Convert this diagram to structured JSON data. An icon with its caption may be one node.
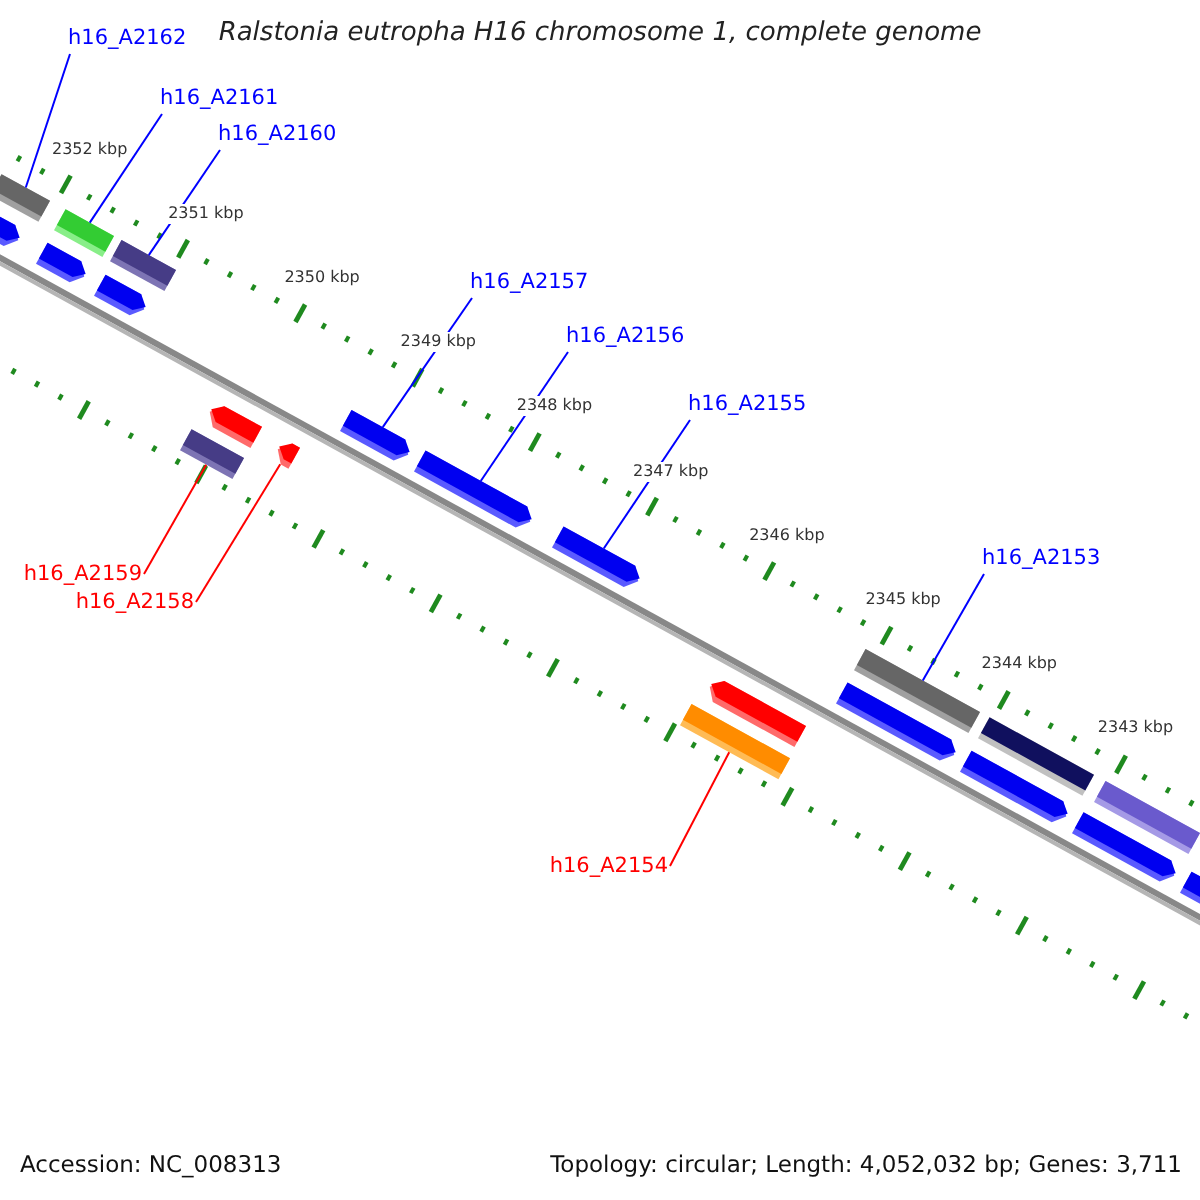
{
  "diagram": {
    "title": "Ralstonia eutropha H16 chromosome 1, complete genome",
    "nodes": [
      {
        "text": [
          "h16_A2162"
        ]
      },
      {
        "text": [
          "h16_A2161"
        ]
      },
      {
        "text": [
          "h16_A2160"
        ]
      },
      {
        "text": [
          "h16_A2157"
        ]
      },
      {
        "text": [
          "h16_A2156"
        ]
      },
      {
        "text": [
          "h16_A2155"
        ]
      },
      {
        "text": [
          "h16_A2153"
        ]
      },
      {
        "text": [
          "h16_A2159"
        ]
      },
      {
        "text": [
          "h16_A2158"
        ]
      },
      {
        "text": [
          "h16_A2154"
        ]
      },
      {
        "text": [],
        "shape": "bar"
      },
      {
        "text": [],
        "shape": "bar"
      },
      {
        "text": [],
        "shape": "bar"
      },
      {
        "text": [],
        "shape": "bar"
      },
      {
        "text": [],
        "shape": "bar"
      },
      {
        "text": [],
        "shape": "bar"
      },
      {
        "text": [],
        "shape": "bar"
      },
      {
        "text": [],
        "shape": "bar"
      },
      {
        "text": [],
        "shape": "bar"
      },
      {
        "text": [],
        "shape": "bar"
      },
      {
        "text": [],
        "shape": "bar"
      },
      {
        "text": [],
        "shape": "bar"
      },
      {
        "text": [],
        "shape": "bar"
      },
      {
        "text": [],
        "shape": "bar"
      },
      {
        "text": [],
        "shape": "bar"
      },
      {
        "text": [],
        "shape": "bar"
      },
      {
        "text": [],
        "shape": "bar"
      },
      {
        "text": [],
        "shape": "bar"
      },
      {
        "text": [],
        "shape": "bar"
      },
      {
        "text": [],
        "shape": "bar"
      },
      {
        "text": [],
        "shape": "bar"
      }
    ],
    "edges": [
      {
        "from": 0,
        "to": 10,
        "arrow": "none"
      },
      {
        "from": 1,
        "to": 13,
        "arrow": "none"
      },
      {
        "from": 2,
        "to": 15,
        "arrow": "none"
      },
      {
        "from": 3,
        "to": 19,
        "arrow": "none"
      },
      {
        "from": 4,
        "to": 20,
        "arrow": "none"
      },
      {
        "from": 5,
        "to": 21,
        "arrow": "none"
      },
      {
        "from": 6,
        "to": 25,
        "arrow": "none"
      },
      {
        "from": 7,
        "to": 16,
        "arrow": "none",
        "color": "#ff0000"
      },
      {
        "from": 8,
        "to": 18,
        "arrow": "none",
        "color": "#ff0000"
      },
      {
        "from": 9,
        "to": 22,
        "arrow": "none",
        "color": "#ff0000"
      }
    ],
    "labels": [
      "2352 kbp",
      "2351 kbp",
      "2350 kbp",
      "2349 kbp",
      "2348 kbp",
      "2347 kbp",
      "2346 kbp",
      "2345 kbp",
      "2344 kbp",
      "2343 kbp",
      "Accession: NC_008313",
      "Topology: circular; Length: 4,052,032 bp; Genes: 3,711"
    ]
  }
}
